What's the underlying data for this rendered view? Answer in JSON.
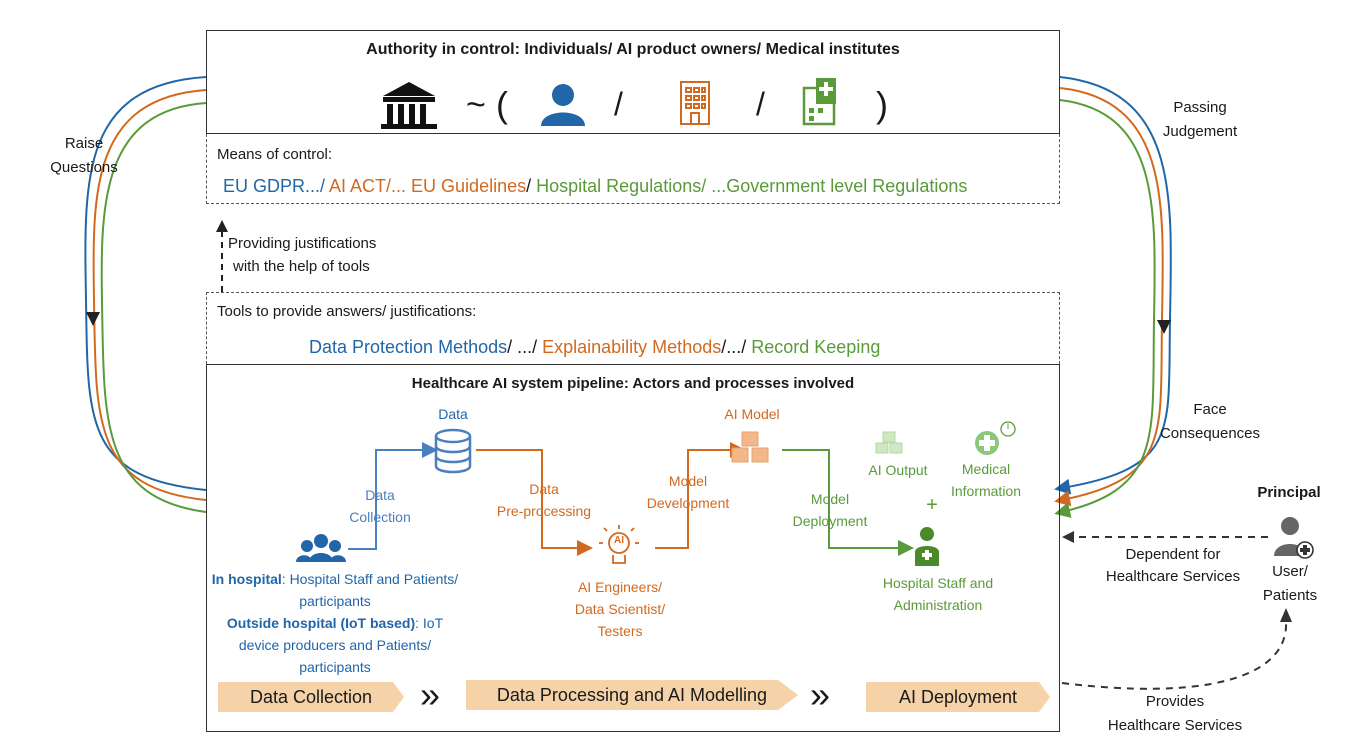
{
  "authority": {
    "title": "Authority in control: Individuals/ AI product owners/ Medical institutes",
    "formula": {
      "tilde": "~",
      "open": "(",
      "slash1": "/",
      "slash2": "/",
      "close": ")"
    }
  },
  "means": {
    "label": "Means of control:",
    "items": [
      "EU GDPR.../",
      " AI ACT/... EU Guidelines",
      "/ ",
      "Hospital Regulations/ ...Government level Regulations"
    ]
  },
  "justification": {
    "line1": "Providing justifications",
    "line2": "with the help of tools"
  },
  "tools": {
    "label": "Tools to provide answers/ justifications:",
    "items": [
      "Data Protection Methods",
      "/ .../ ",
      "Explainability Methods",
      "/.../ ",
      "Record Keeping"
    ]
  },
  "left_arc": {
    "line1": "Raise",
    "line2": "Questions"
  },
  "right_arc": {
    "passing1": "Passing",
    "passing2": "Judgement",
    "face1": "Face",
    "face2": "Consequences"
  },
  "pipeline": {
    "title": "Healthcare AI system pipeline: Actors and processes involved",
    "data_label": "Data",
    "data_collection1": "Data",
    "data_collection2": "Collection",
    "preproc1": "Data",
    "preproc2": "Pre-processing",
    "model_dev1": "Model",
    "model_dev2": "Development",
    "ai_model": "AI Model",
    "model_deploy1": "Model",
    "model_deploy2": "Deployment",
    "ai_output": "AI Output",
    "medical_info1": "Medical",
    "medical_info2": "Information",
    "plus": "+",
    "in_hospital_bold": "In hospital",
    "in_hospital_rest": ": Hospital Staff and Patients/",
    "participants1": "participants",
    "outside_bold": "Outside hospital (IoT based)",
    "outside_rest": ": IoT",
    "outside_line2": "device producers and Patients/",
    "participants2": "participants",
    "engineers1": "AI Engineers/",
    "engineers2": "Data Scientist/",
    "engineers3": "Testers",
    "staff1": "Hospital Staff and",
    "staff2": "Administration",
    "ai_badge": "AI",
    "info_badge": "i"
  },
  "stages": {
    "s1": "Data Collection",
    "s2": "Data Processing and AI Modelling",
    "s3": "AI Deployment",
    "sep": "»"
  },
  "principal": {
    "title": "Principal",
    "user1": "User/",
    "user2": "Patients",
    "dependent1": "Dependent for",
    "dependent2": "Healthcare Services",
    "provides1": "Provides",
    "provides2": "Healthcare Services"
  },
  "colors": {
    "blue": "#2166a8",
    "orange": "#d2691e",
    "green": "#5a9a3a"
  }
}
